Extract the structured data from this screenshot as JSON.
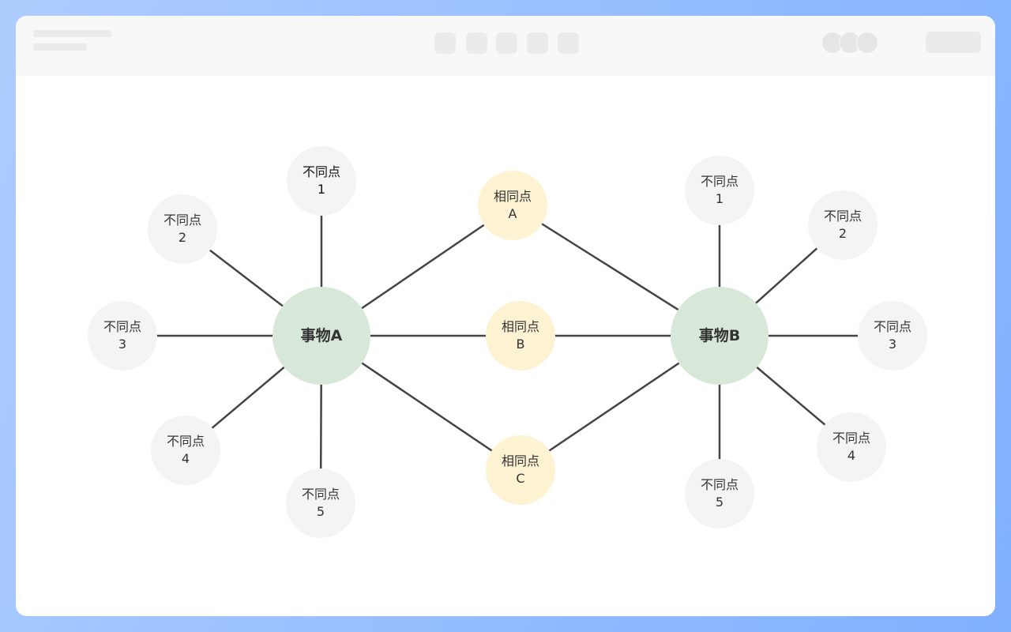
{
  "diagram": {
    "subject_a": "事物A",
    "subject_b": "事物B",
    "similarities": [
      {
        "label": "相同点",
        "id": "A"
      },
      {
        "label": "相同点",
        "id": "B"
      },
      {
        "label": "相同点",
        "id": "C"
      }
    ],
    "differences_a": [
      {
        "label": "不同点",
        "id": "1"
      },
      {
        "label": "不同点",
        "id": "2"
      },
      {
        "label": "不同点",
        "id": "3"
      },
      {
        "label": "不同点",
        "id": "4"
      },
      {
        "label": "不同点",
        "id": "5"
      }
    ],
    "differences_b": [
      {
        "label": "不同点",
        "id": "1"
      },
      {
        "label": "不同点",
        "id": "2"
      },
      {
        "label": "不同点",
        "id": "3"
      },
      {
        "label": "不同点",
        "id": "4"
      },
      {
        "label": "不同点",
        "id": "5"
      }
    ]
  }
}
